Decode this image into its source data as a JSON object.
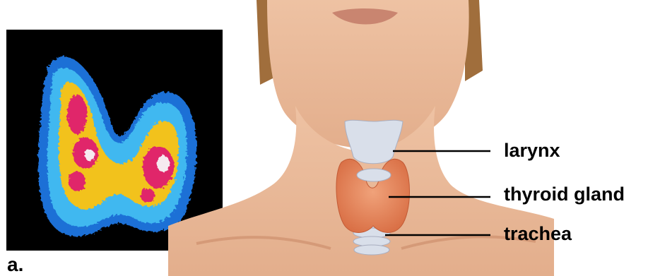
{
  "panel_label": "a.",
  "callouts": [
    {
      "id": "larynx",
      "label": "larynx"
    },
    {
      "id": "thyroid-gland",
      "label": "thyroid gland"
    },
    {
      "id": "trachea",
      "label": "trachea"
    }
  ],
  "colors": {
    "scan_background": "#000000",
    "scan_outer": "#1e6fd6",
    "scan_mid": "#3fb8f0",
    "scan_core": "#f2c21c",
    "scan_hot": "#e0286a",
    "skin": "#e9b797",
    "skin_shadow": "#d59a78",
    "hair": "#a06e3c",
    "thyroid": "#e58a5e",
    "cartilage": "#d9dfea",
    "leader_line": "#000000"
  }
}
